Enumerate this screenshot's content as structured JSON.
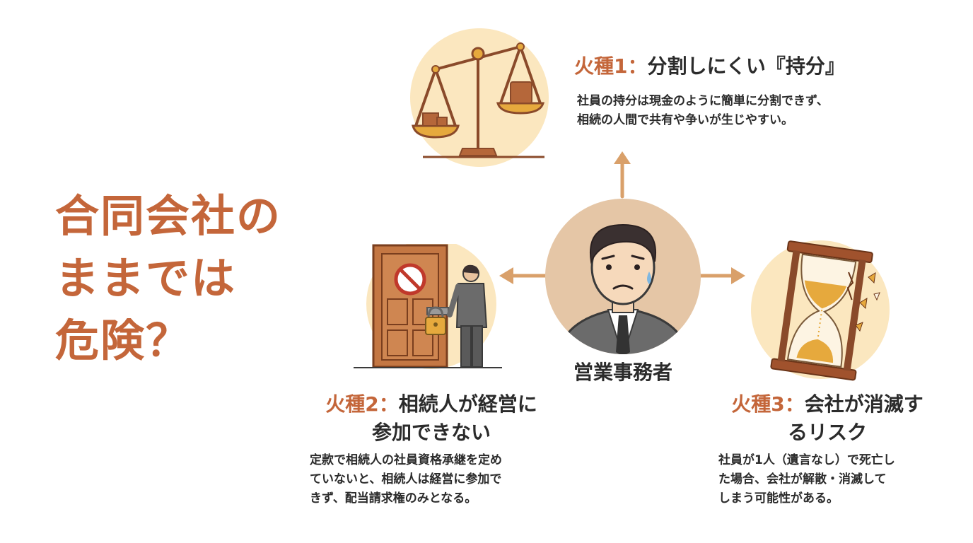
{
  "title_lines": [
    "合同会社の",
    "ままでは",
    "危険？"
  ],
  "center": {
    "label": "営業事務者"
  },
  "items": [
    {
      "prefix": "火種1：",
      "title_line1": "分割しにくい『持分』",
      "title_line2": "",
      "desc": [
        "社員の持分は現金のように簡単に分割できず、",
        "相続の人間で共有や争いが生じやすい。"
      ],
      "icon": "balance-scale-icon"
    },
    {
      "prefix": "火種2：",
      "title_line1": "相続人が経営に",
      "title_line2": "参加できない",
      "desc": [
        "定款で相続人の社員資格承継を定め",
        "ていないと、相続人は経営に参加で",
        "きず、配当請求権のみとなる。"
      ],
      "icon": "locked-door-icon"
    },
    {
      "prefix": "火種3：",
      "title_line1": "会社が消滅す",
      "title_line2": "るリスク",
      "desc": [
        "社員が1人（遺言なし）で死亡し",
        "た場合、会社が解散・消滅して",
        "しまう可能性がある。"
      ],
      "icon": "broken-hourglass-icon"
    }
  ],
  "colors": {
    "accent": "#c4663a",
    "circle": "#fbe7bf",
    "arrow": "#d9a06a",
    "wood": "#b5673a"
  }
}
